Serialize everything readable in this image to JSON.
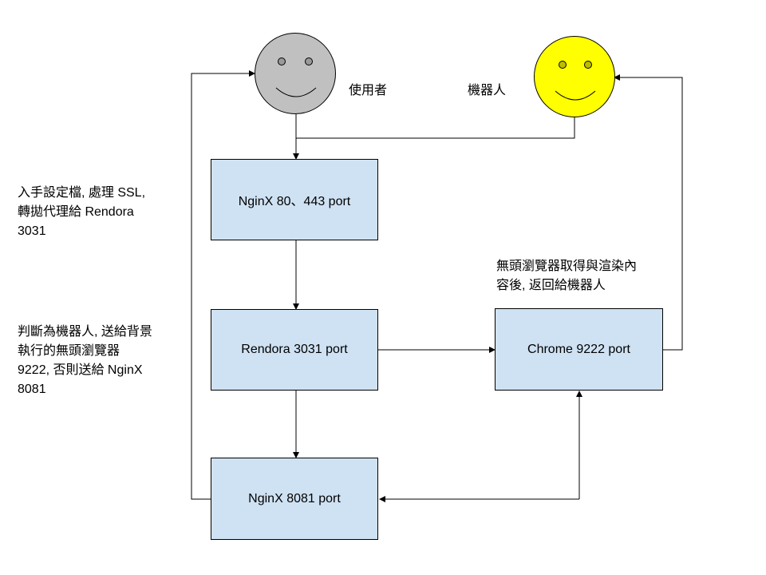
{
  "actors": {
    "user": {
      "label": "使用者",
      "fill": "#c0c0c0"
    },
    "bot": {
      "label": "機器人",
      "fill": "#ffff00"
    }
  },
  "boxes": {
    "nginx_front": "NginX 80、443 port",
    "rendora": "Rendora 3031 port",
    "chrome": "Chrome 9222 port",
    "nginx_back": "NginX 8081 port"
  },
  "notes": {
    "nginx_front": [
      "入手設定檔, 處理 SSL,",
      "轉拋代理給 Rendora",
      "3031"
    ],
    "rendora": [
      "判斷為機器人, 送給背景",
      "執行的無頭瀏覽器",
      "9222, 否則送給 NginX",
      "8081"
    ],
    "chrome": [
      "無頭瀏覽器取得與渲染內",
      "容後, 返回給機器人"
    ]
  },
  "colors": {
    "box_fill": "#cfe2f3",
    "line": "#000000"
  }
}
